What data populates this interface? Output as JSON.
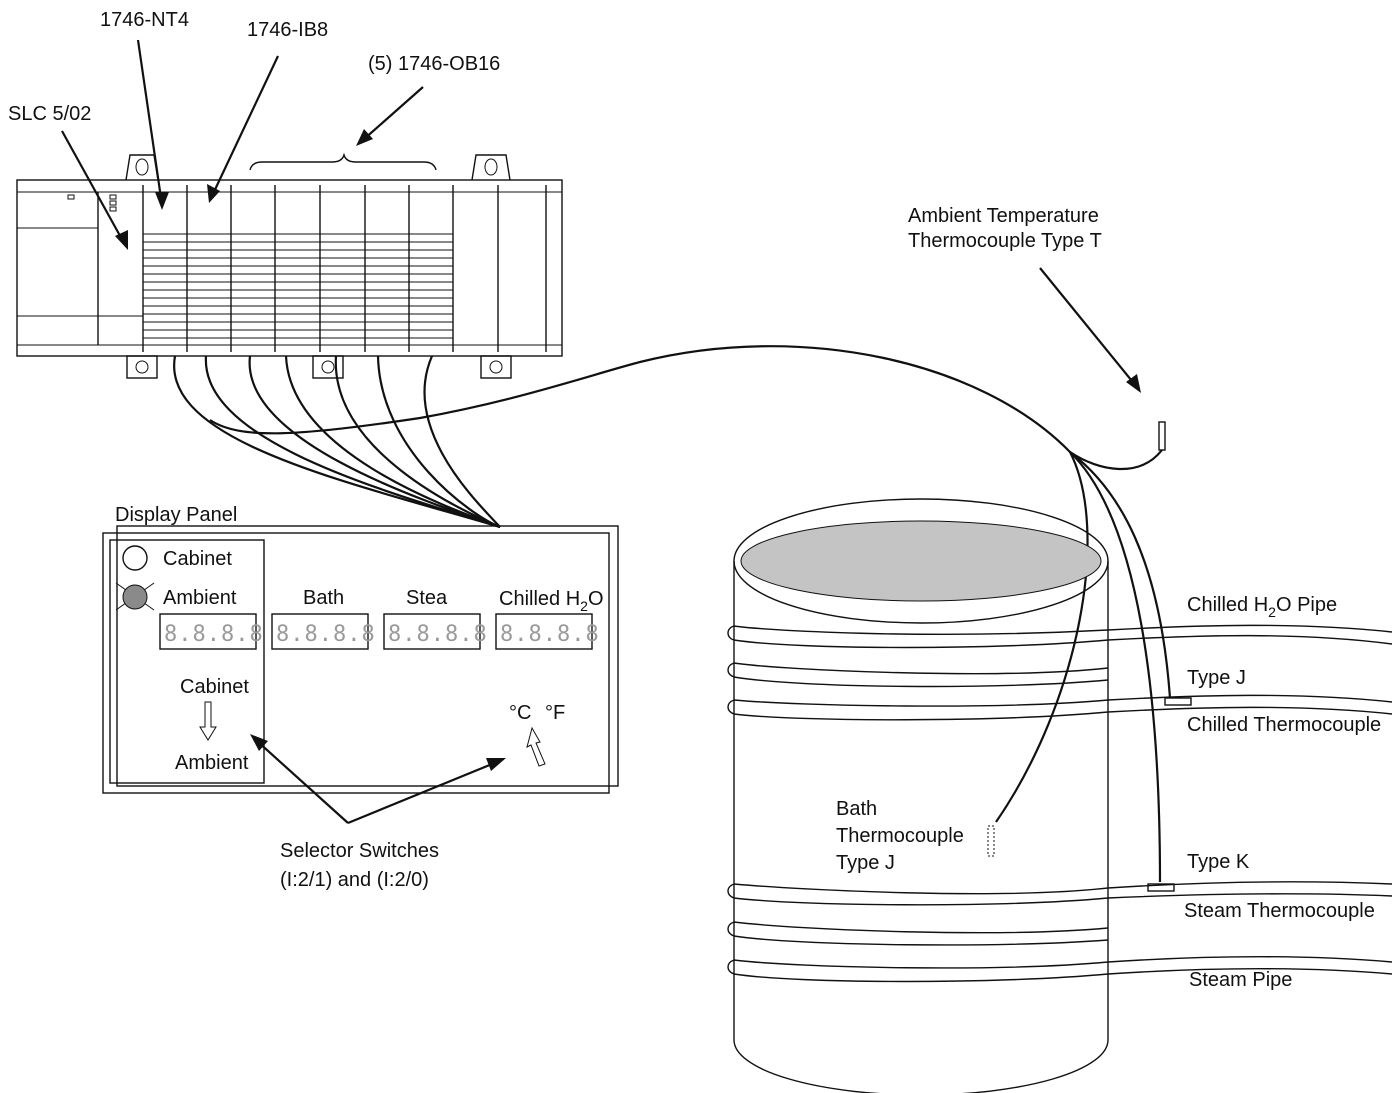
{
  "colors": {
    "ink": "#111111",
    "liquid": "#c4c4c4",
    "ambient_lamp": "#8a8a8a",
    "segment": "#9a9a9a"
  },
  "labels": {
    "nt4": "1746-NT4",
    "ib8": "1746-IB8",
    "ob16": "(5) 1746-OB16",
    "slc": "SLC 5/02",
    "ambient_tc_line1": "Ambient Temperature",
    "ambient_tc_line2": "Thermocouple Type T",
    "display_panel": "Display Panel",
    "selector_line1": "Selector Switches",
    "selector_line2": "(I:2/1) and (I:2/0)",
    "bath_tc_line1": "Bath",
    "bath_tc_line2": "Thermocouple",
    "bath_tc_line3": "Type J",
    "chilled_pipe": "Chilled H",
    "chilled_pipe_sub": "2",
    "chilled_pipe_rest": "O Pipe",
    "type_j": "Type J",
    "chilled_tc": "Chilled Thermocouple",
    "type_k": "Type K",
    "steam_tc": "Steam Thermocouple",
    "steam_pipe": "Steam Pipe"
  },
  "panel": {
    "cabinet": "Cabinet",
    "ambient": "Ambient",
    "bath": "Bath",
    "stea": "Stea",
    "chilled": "Chilled H",
    "chilled_sub": "2",
    "chilled_rest": "O",
    "readout": "8.8.8.8",
    "switch_top": "Cabinet",
    "switch_bottom": "Ambient",
    "deg_c": "°C",
    "deg_f": "°F"
  }
}
